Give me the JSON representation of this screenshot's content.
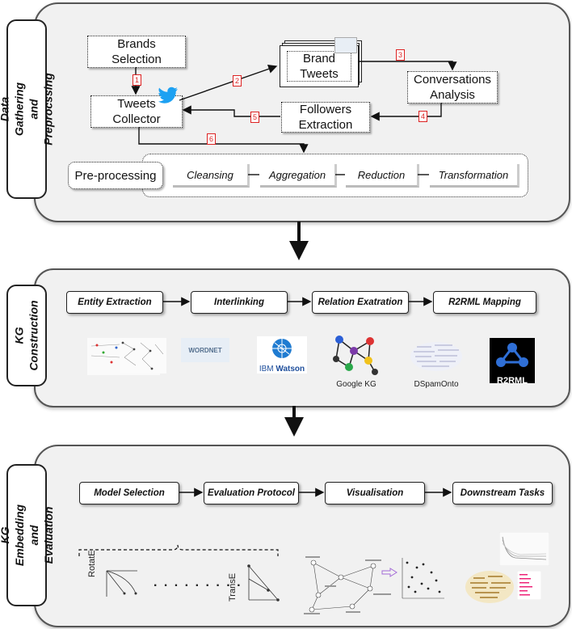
{
  "section1": {
    "label": "Data Gathering and Preprocssing",
    "brands_selection": "Brands Selection",
    "tweets_collector": "Tweets Collector",
    "brand_tweets": "Brand Tweets",
    "conversations_analysis": "Conversations Analysis",
    "followers_extraction": "Followers Extraction",
    "preprocessing": "Pre-processing",
    "steps": [
      "Cleansing",
      "Aggregation",
      "Reduction",
      "Transformation"
    ],
    "arrow_numbers": [
      "1",
      "2",
      "3",
      "4",
      "5",
      "6"
    ]
  },
  "section2": {
    "label": "KG Construction",
    "pipeline": [
      "Entity Extraction",
      "Interlinking",
      "Relation Exatration",
      "R2RML Mapping"
    ],
    "logos": {
      "wordnet": "WORDNET",
      "ibm": "IBM",
      "watson": "Watson",
      "google_kg": "Google KG",
      "dspamonto": "DSpamOnto",
      "r2rml": "R2RML"
    }
  },
  "section3": {
    "label": "KG Embedding and Evaluation",
    "pipeline": [
      "Model Selection",
      "Evaluation Protocol",
      "Visualisation",
      "Downstream Tasks"
    ],
    "rotate_label": "RotatE",
    "transe_label": "TransE",
    "dots": ". . . . . . . . ."
  },
  "colors": {
    "panel_bg": "#f1f1f1",
    "marker_red": "#dd2222",
    "twitter_blue": "#1da1f2"
  }
}
